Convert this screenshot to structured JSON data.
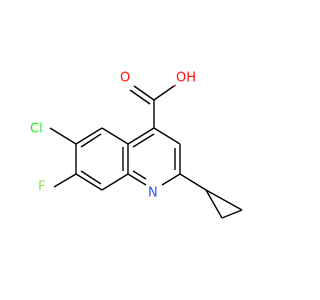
{
  "atoms": {
    "oh": "OH",
    "o": "O",
    "cl": "Cl",
    "f": "F",
    "n": "N"
  },
  "colors": {
    "bond": "#000000",
    "oxygen": "#ff0d0d",
    "nitrogen": "#3050f8",
    "chlorine": "#1ff01f",
    "fluorine": "#90e050"
  }
}
